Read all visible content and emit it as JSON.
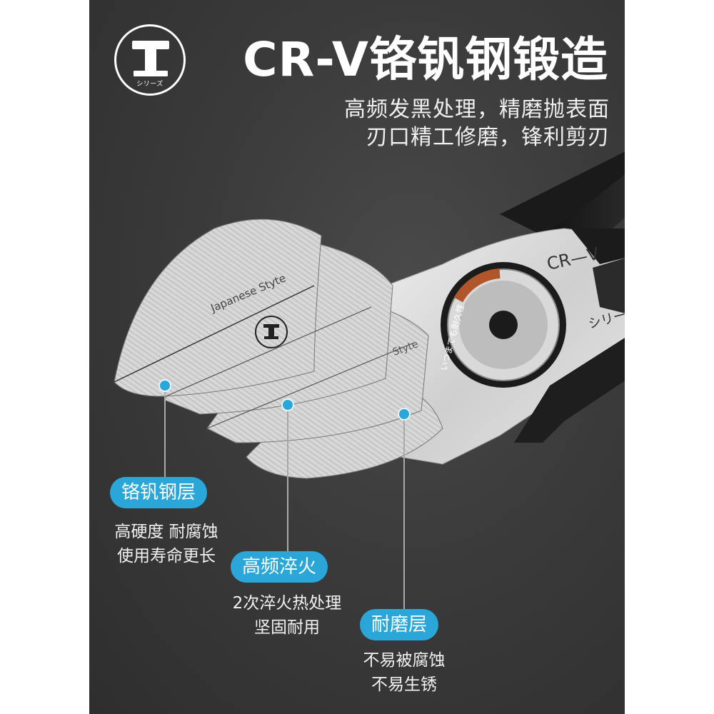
{
  "brand": {
    "logo_sub": "シリーズ"
  },
  "header": {
    "title": "CR-V铬钒钢锻造",
    "line1": "高频发黑处理，精磨抛表面",
    "line2": "刃口精工修磨，锋利剪刃"
  },
  "tool": {
    "mark_crv": "CR—V",
    "mark_series": "シリーズ",
    "ring_text": "いつまでも耐久性",
    "blade_text": "Japanese Styte",
    "blade_text_2": "Styte"
  },
  "layers": [
    {
      "tag": "铬钒钢层",
      "note1": "高硬度 耐腐蚀",
      "note2": "使用寿命更长"
    },
    {
      "tag": "高频淬火",
      "note1": "2次淬火热处理",
      "note2": "坚固耐用"
    },
    {
      "tag": "耐磨层",
      "note1": "不易被腐蚀",
      "note2": "不易生锈"
    }
  ],
  "colors": {
    "accent": "#2aa6d9",
    "background": "#3a3a3a",
    "text": "#ffffff"
  }
}
